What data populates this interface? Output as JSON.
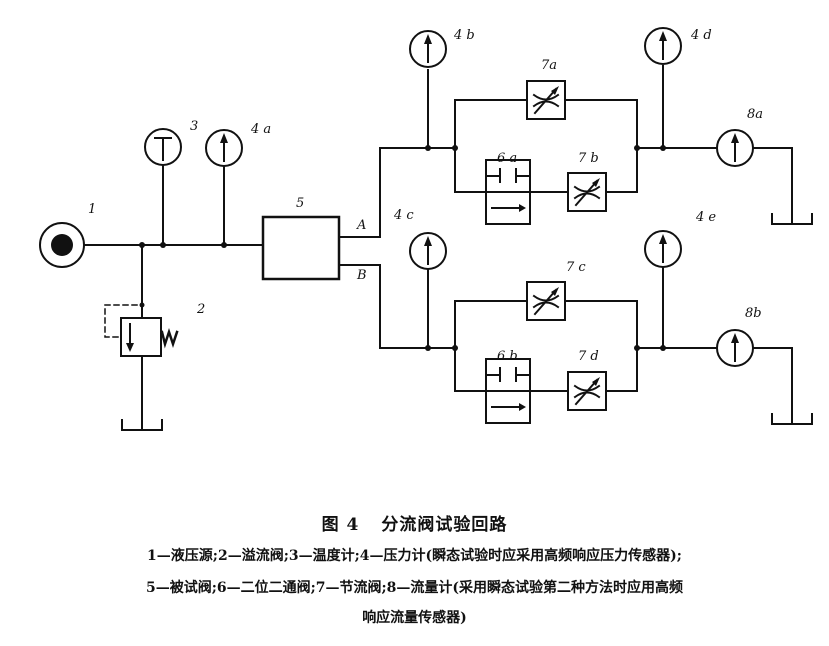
{
  "labels": {
    "n1": "1",
    "n2": "2",
    "n3": "3",
    "n4a": "4 a",
    "n4b": "4 b",
    "n4c": "4 c",
    "n4d": "4 d",
    "n4e": "4 e",
    "n5": "5",
    "nA": "A",
    "nB": "B",
    "n6a": "6 a",
    "n6b": "6 b",
    "n7a": "7a",
    "n7b": "7 b",
    "n7c": "7 c",
    "n7d": "7 d",
    "n8a": "8a",
    "n8b": "8b"
  },
  "caption": {
    "fig_no": "图 4",
    "title": "分流阀试验回路"
  },
  "legend": {
    "line1": "1—液压源;2—溢流阀;3—温度计;4—压力计(瞬态试验时应采用高频响应压力传感器);",
    "line2": "5—被试阀;6—二位二通阀;7—节流阀;8—流量计(采用瞬态试验第二种方法时应用高频",
    "line3": "响应流量传感器)"
  },
  "colors": {
    "ink": "#111111",
    "background": "#ffffff"
  }
}
